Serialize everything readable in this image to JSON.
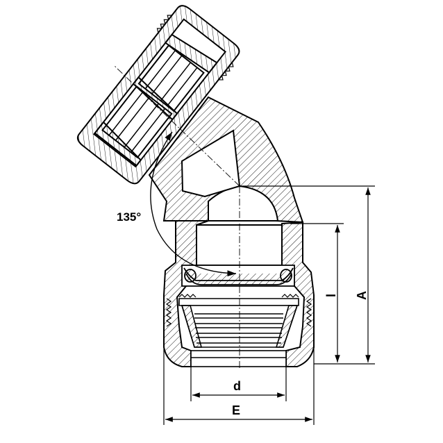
{
  "diagram": {
    "angle_label": "135°",
    "dim_d": "d",
    "dim_e": "E",
    "dim_l": "l",
    "dim_a": "A"
  },
  "colors": {
    "ink": "#000000",
    "fill": "#ffffff"
  }
}
